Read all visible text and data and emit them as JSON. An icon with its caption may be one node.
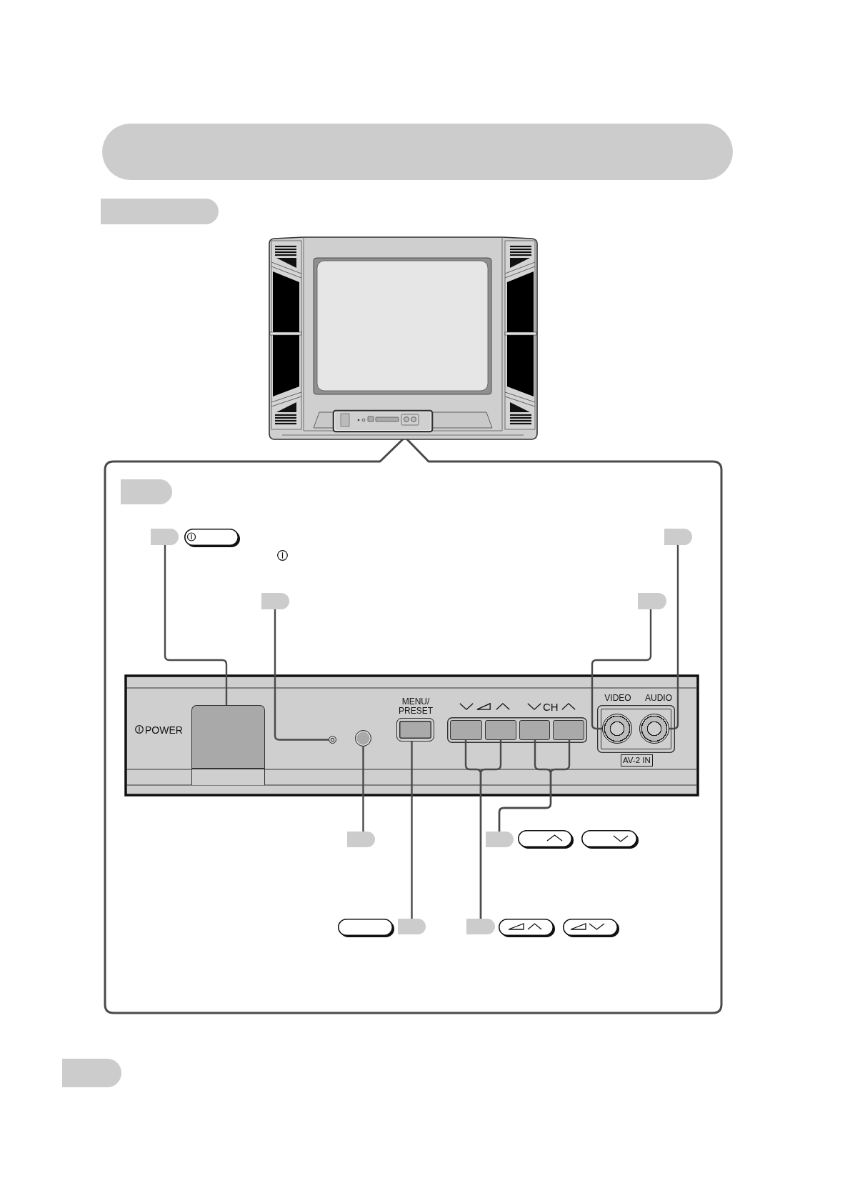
{
  "diagram": {
    "nodes": [
      {
        "text": [],
        "shape": "box"
      },
      {
        "text": [],
        "shape": "box"
      },
      {
        "text": [],
        "shape": "box"
      },
      {
        "text": [],
        "shape": "box"
      },
      {
        "text": [],
        "shape": "box"
      },
      {
        "text": [],
        "shape": "box"
      },
      {
        "text": [],
        "shape": "box"
      },
      {
        "text": [],
        "shape": "box"
      },
      {
        "text": [],
        "shape": "circle"
      },
      {
        "text": [],
        "shape": "circle"
      },
      {
        "text": [],
        "shape": "box"
      },
      {
        "text": [],
        "shape": "box"
      },
      {
        "text": [],
        "shape": "box",
        "in": 11
      },
      {
        "text": [],
        "shape": "box",
        "in": 11
      },
      {
        "text": [],
        "shape": "box",
        "in": 11
      },
      {
        "text": [],
        "shape": "box",
        "in": 11
      },
      {
        "text": [],
        "shape": "box"
      },
      {
        "text": [],
        "shape": "circle",
        "in": 16
      },
      {
        "text": [],
        "shape": "circle",
        "in": 16
      },
      {
        "text": [],
        "shape": "box"
      },
      {
        "text": [],
        "shape": "box"
      },
      {
        "text": [],
        "shape": "box"
      },
      {
        "text": [],
        "shape": "box"
      },
      {
        "text": [],
        "shape": "box"
      }
    ],
    "edges": [
      {
        "from": 3,
        "to": 7,
        "arrow": "none"
      },
      {
        "from": 4,
        "to": 18,
        "arrow": "none"
      },
      {
        "from": 5,
        "to": 8,
        "arrow": "none"
      },
      {
        "from": 6,
        "to": 17,
        "arrow": "none"
      },
      {
        "from": 19,
        "to": 9,
        "arrow": "none"
      },
      {
        "from": 20,
        "to": 14,
        "arrow": "none"
      },
      {
        "from": 20,
        "to": 15,
        "arrow": "none"
      },
      {
        "from": 21,
        "to": 10,
        "arrow": "none"
      },
      {
        "from": 22,
        "to": 12,
        "arrow": "none"
      },
      {
        "from": 22,
        "to": 13,
        "arrow": "none"
      }
    ],
    "labels": [
      "POWER",
      "MENU/ PRESET",
      "CH",
      "VIDEO",
      "AUDIO",
      "AV-2 IN"
    ]
  }
}
